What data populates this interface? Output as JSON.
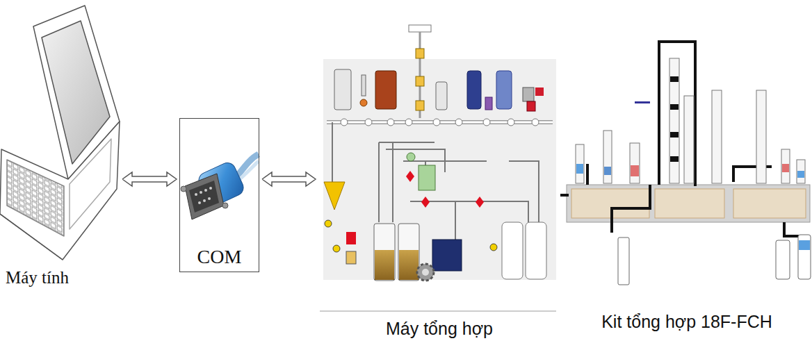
{
  "diagram": {
    "nodes": [
      {
        "text": [
          "Máy tính"
        ]
      },
      {
        "text": [
          "COM"
        ]
      },
      {
        "text": [
          "Máy tổng hợp"
        ]
      },
      {
        "text": [
          "Kit tổng hợp 18F-FCH"
        ]
      }
    ],
    "edges": [
      {
        "from": 0,
        "to": 1,
        "arrow": "both"
      },
      {
        "from": 1,
        "to": 2,
        "arrow": "both"
      }
    ]
  }
}
